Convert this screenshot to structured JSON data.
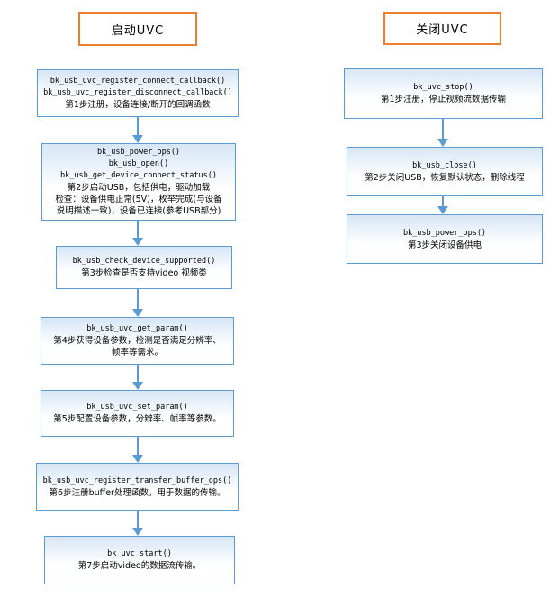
{
  "colors": {
    "node_border": "#5b9bd5",
    "node_fill_top": "#d7e6f5",
    "arrow": "#5b9bd5",
    "title_border": "#ed7d31",
    "text": "#000000"
  },
  "left": {
    "title": "启动UVC",
    "steps": [
      {
        "lines": [
          "bk_usb_uvc_register_connect_callback()",
          "bk_usb_uvc_register_disconnect_callback()",
          "第1步注册，设备连接/断开的回调函数"
        ]
      },
      {
        "lines": [
          "bk_usb_power_ops()",
          "bk_usb_open()",
          "bk_usb_get_device_connect_status()",
          "第2步启动USB，包括供电，驱动加载",
          "检查：设备供电正常(5V)，枚举完成(与设备",
          "说明描述一致)，设备已连接(参考USB部分)"
        ]
      },
      {
        "lines": [
          "bk_usb_check_device_supported()",
          "第3步检查是否支持video 视频类"
        ]
      },
      {
        "lines": [
          "bk_usb_uvc_get_param()",
          "第4步获得设备参数，检测是否满足分辨率、",
          "帧率等需求。"
        ]
      },
      {
        "lines": [
          "bk_usb_uvc_set_param()",
          "第5步配置设备参数，分辨率、帧率等参数。"
        ]
      },
      {
        "lines": [
          "bk_usb_uvc_register_transfer_buffer_ops()",
          "第6步注册buffer处理函数，用于数据的传输。"
        ]
      },
      {
        "lines": [
          "bk_uvc_start()",
          "第7步启动video的数据流传输。"
        ]
      }
    ]
  },
  "right": {
    "title": "关闭UVC",
    "steps": [
      {
        "lines": [
          "bk_uvc_stop()",
          "第1步注册，停止视频流数据传输"
        ]
      },
      {
        "lines": [
          "bk_usb_close()",
          "第2步关闭USB，恢复默认状态，删除线程"
        ]
      },
      {
        "lines": [
          "bk_usb_power_ops()",
          "第3步关闭设备供电"
        ]
      }
    ]
  }
}
